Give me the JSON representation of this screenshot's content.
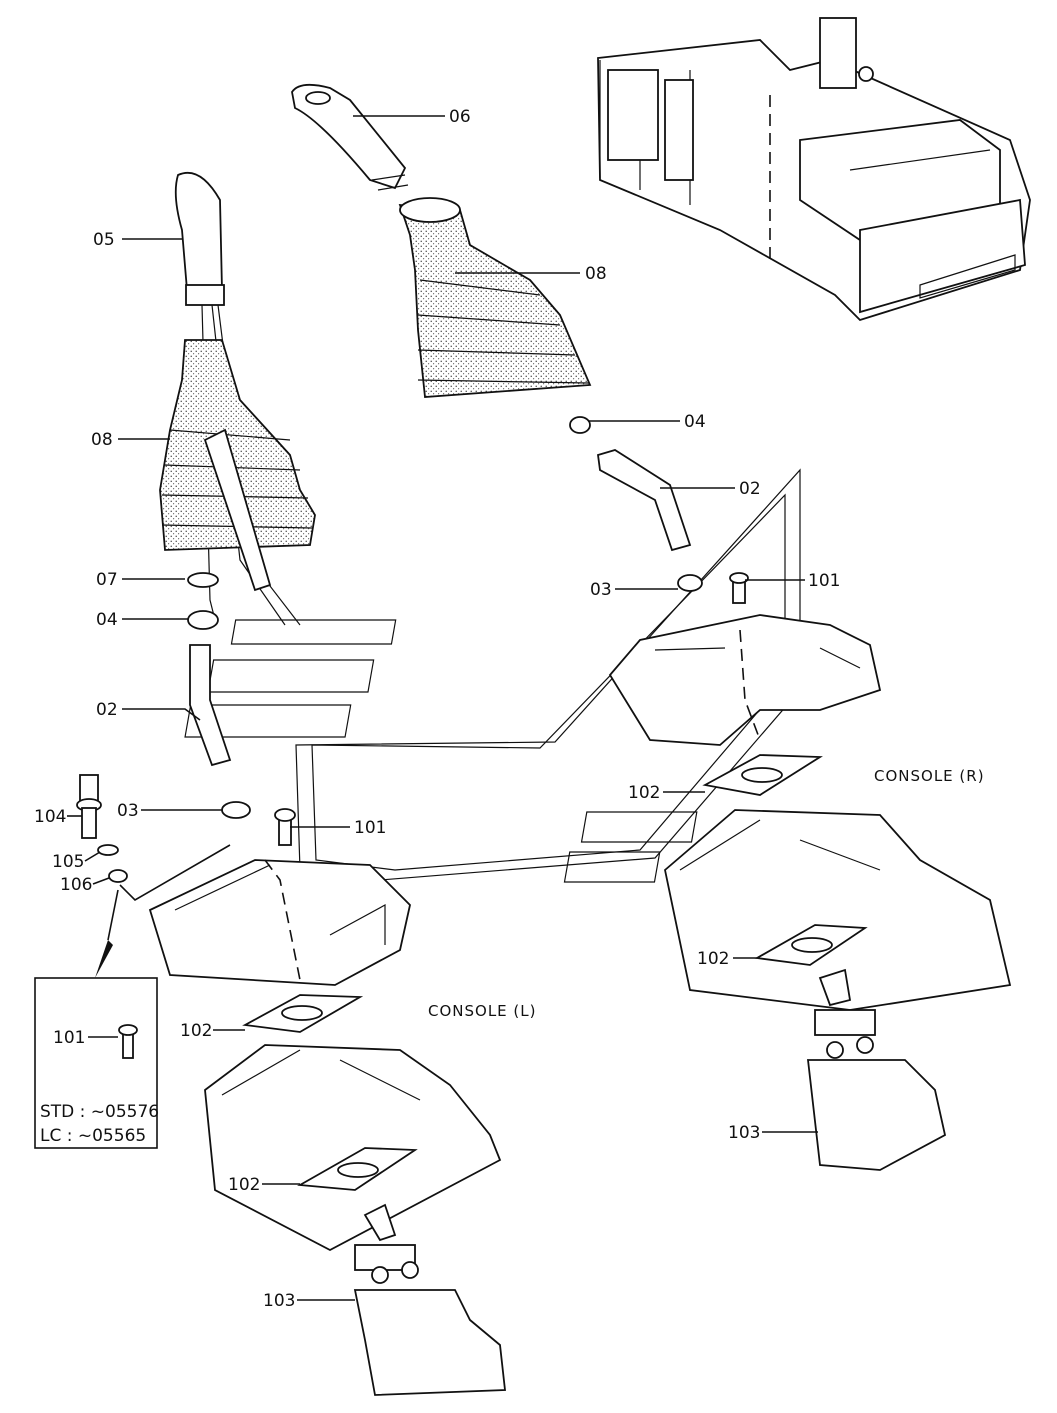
{
  "labels": {
    "l05": "05",
    "l06": "06",
    "l08_left": "08",
    "l08_right": "08",
    "l07": "07",
    "l04_left": "04",
    "l04_right": "04",
    "l02_left": "02",
    "l02_right": "02",
    "l03_left": "03",
    "l03_right": "03",
    "l101_left": "101",
    "l101_right": "101",
    "l104": "104",
    "l105": "105",
    "l106": "106",
    "l102_left_upper": "102",
    "l102_left_lower": "102",
    "l102_right_upper": "102",
    "l102_right_lower": "102",
    "l103_left": "103",
    "l103_right": "103"
  },
  "console_labels": {
    "right": "CONSOLE (R)",
    "left": "CONSOLE (L)"
  },
  "detail_box": {
    "part_label": "101",
    "std_line": "STD : ~05576",
    "lc_line": "LC : ~05565"
  }
}
